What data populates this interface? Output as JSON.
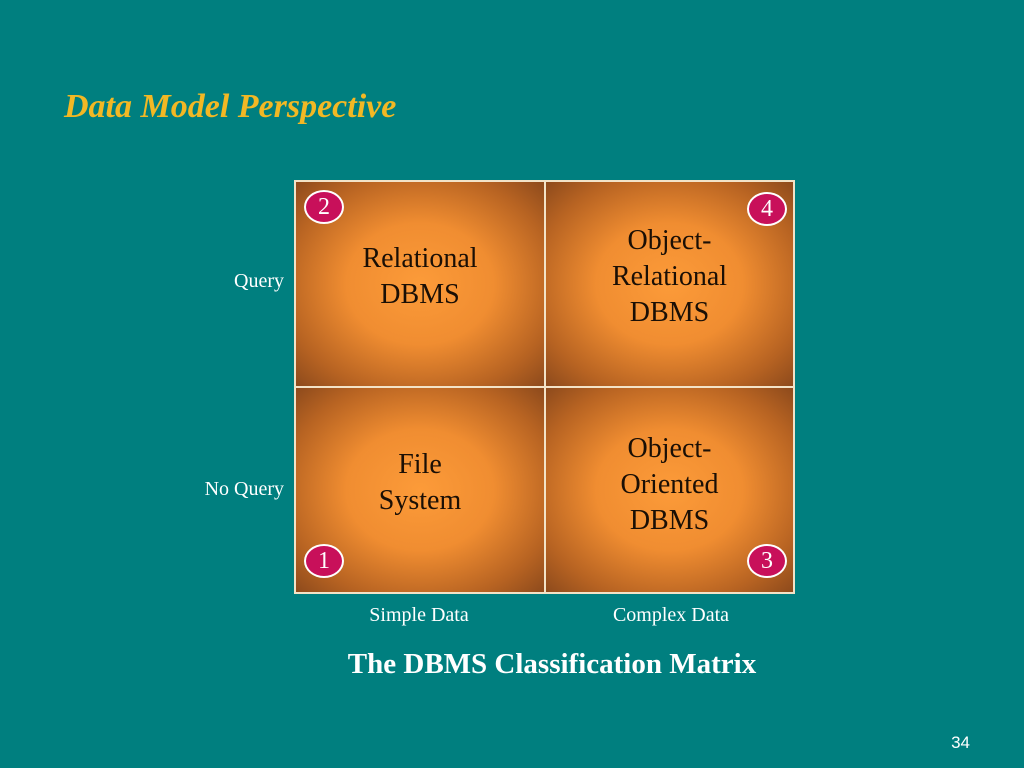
{
  "slide": {
    "title": "Data Model Perspective",
    "page_number": "34"
  },
  "matrix": {
    "row_labels": [
      "Query",
      "No Query"
    ],
    "column_labels": [
      "Simple Data",
      "Complex Data"
    ],
    "cells": {
      "top_left": {
        "number": "2",
        "text": "Relational\nDBMS"
      },
      "top_right": {
        "number": "4",
        "text": "Object-\nRelational\nDBMS"
      },
      "bottom_left": {
        "number": "1",
        "text": "File\nSystem"
      },
      "bottom_right": {
        "number": "3",
        "text": "Object-\nOriented\nDBMS"
      }
    },
    "caption": "The DBMS Classification Matrix"
  },
  "colors": {
    "background": "#007f7f",
    "title": "#f2b824",
    "badge": "#c8105a",
    "cell_center": "#fc9b39",
    "cell_edge": "#8d4a1c"
  }
}
